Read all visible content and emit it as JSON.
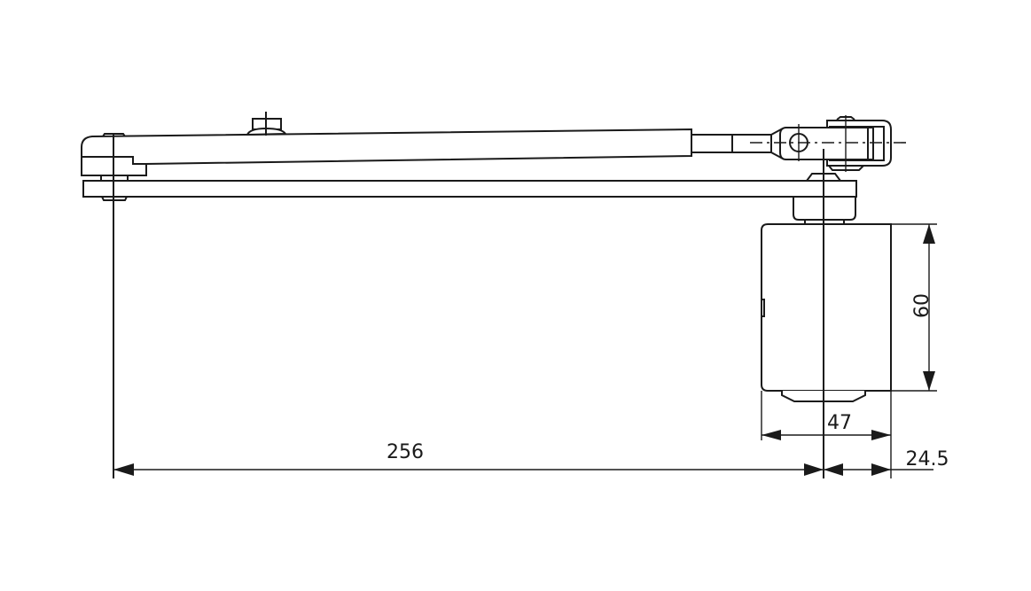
{
  "drawing": {
    "subject": "door closer with arm assembly",
    "line_color": "#1a1a1a",
    "background": "#ffffff"
  },
  "dimensions": {
    "overall_length": {
      "value": "256",
      "orientation": "horizontal"
    },
    "body_width": {
      "value": "47",
      "orientation": "horizontal"
    },
    "offset": {
      "value": "24.5",
      "orientation": "horizontal"
    },
    "body_height": {
      "value": "60",
      "orientation": "vertical"
    }
  }
}
